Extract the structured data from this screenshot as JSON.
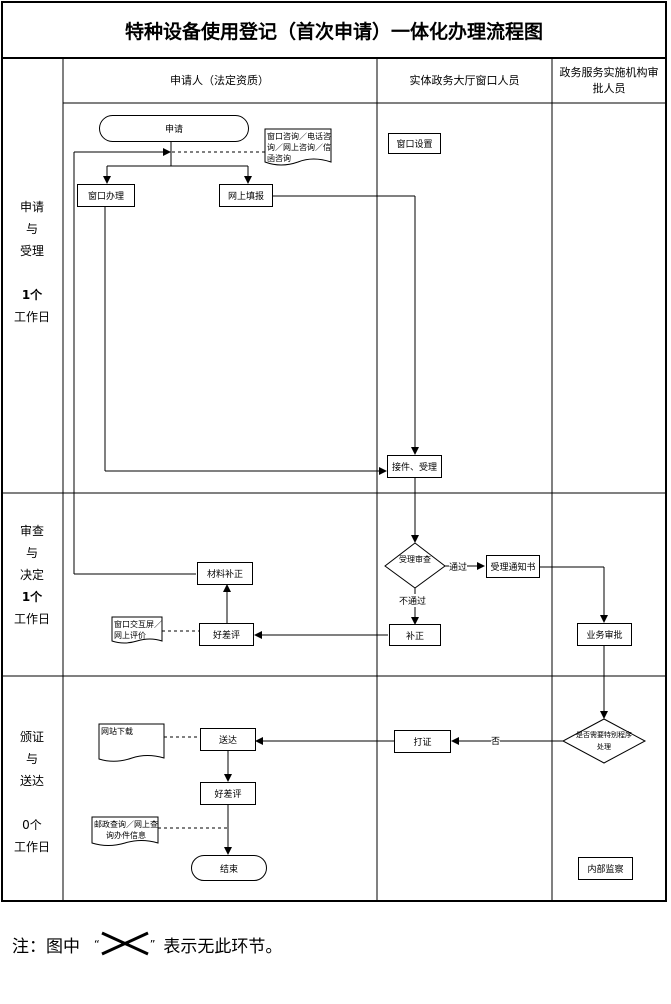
{
  "title": "特种设备使用登记（首次申请）一体化办理流程图",
  "lanes": {
    "applicant": "申请人（法定资质）",
    "window_staff": "实体政务大厅窗口人员",
    "approver": "政务服务实施机构审批人员"
  },
  "phases": [
    {
      "name_lines": [
        "申请",
        "与",
        "受理"
      ],
      "days": "1个",
      "unit": "工作日"
    },
    {
      "name_lines": [
        "审查",
        "与",
        "决定"
      ],
      "days": "1个",
      "unit": "工作日"
    },
    {
      "name_lines": [
        "颁证",
        "与",
        "送达"
      ],
      "days": "0个",
      "unit": "工作日"
    }
  ],
  "nodes": {
    "start": "申请",
    "consult_doc": "窗口咨询／电话咨询／网上咨询／信函咨询",
    "window_setup": "窗口设置",
    "window_handle": "窗口办理",
    "online_fill": "网上填报",
    "receive_accept": "接件、受理",
    "review_decision": "受理审查",
    "pass_label": "通过",
    "accept_notice": "受理通知书",
    "fail_label": "不通过",
    "supplement": "补正",
    "material_supplement": "材料补正",
    "rating_1": "好差评",
    "rating_doc_1": "窗口交互屏／网上评价",
    "business_approval": "业务审批",
    "special_decision": "是否需要特别程序处理",
    "no_label": "否",
    "print_cert": "打证",
    "deliver": "送达",
    "website_download": "网站下载",
    "rating_2": "好差评",
    "query_doc": "邮政查询／网上查询办件信息",
    "end": "结束",
    "internal_supervision": "内部监察"
  },
  "note": {
    "prefix": "注：图中",
    "open_quote": "“",
    "close_quote": "”",
    "suffix": "表示无此环节。",
    "icon": "cross-icon"
  }
}
